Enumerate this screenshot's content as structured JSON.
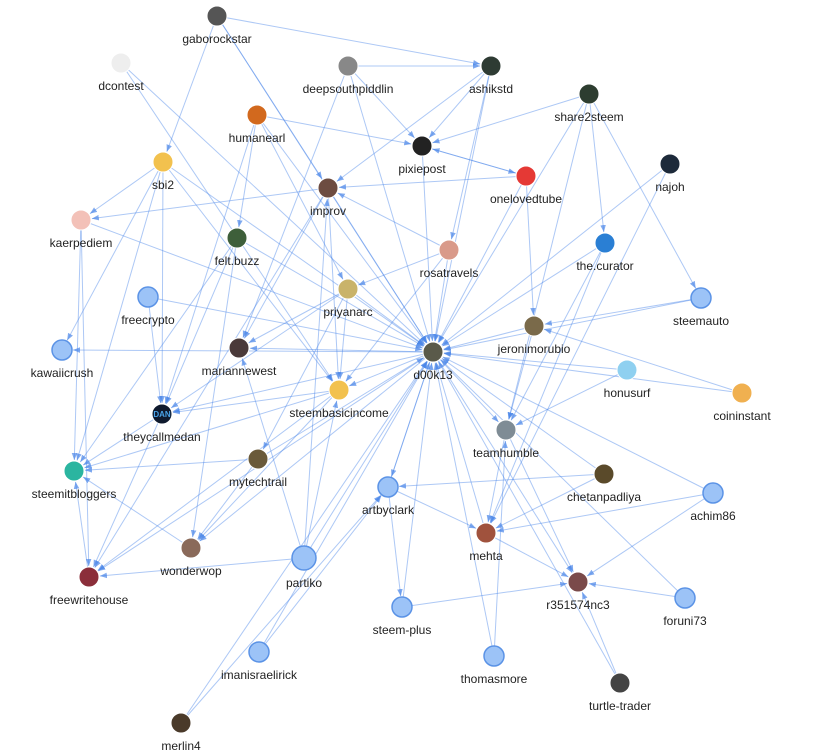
{
  "nodes": [
    {
      "id": "gaborockstar",
      "label": "gaborockstar",
      "kind": "avatar"
    },
    {
      "id": "dcontest",
      "label": "dcontest",
      "kind": "avatar"
    },
    {
      "id": "deepsouthpiddlin",
      "label": "deepsouthpiddlin",
      "kind": "avatar"
    },
    {
      "id": "ashikstd",
      "label": "ashikstd",
      "kind": "avatar"
    },
    {
      "id": "share2steem",
      "label": "share2steem",
      "kind": "avatar"
    },
    {
      "id": "humanearl",
      "label": "humanearl",
      "kind": "avatar"
    },
    {
      "id": "pixiepost",
      "label": "pixiepost",
      "kind": "avatar"
    },
    {
      "id": "najoh",
      "label": "najoh",
      "kind": "avatar"
    },
    {
      "id": "sbi2",
      "label": "sbi2",
      "kind": "avatar"
    },
    {
      "id": "onelovedtube",
      "label": "onelovedtube",
      "kind": "avatar"
    },
    {
      "id": "improv",
      "label": "improv",
      "kind": "avatar"
    },
    {
      "id": "kaerpediem",
      "label": "kaerpediem",
      "kind": "avatar"
    },
    {
      "id": "felt.buzz",
      "label": "felt.buzz",
      "kind": "avatar"
    },
    {
      "id": "rosatravels",
      "label": "rosatravels",
      "kind": "avatar"
    },
    {
      "id": "the.curator",
      "label": "the.curator",
      "kind": "avatar"
    },
    {
      "id": "freecrypto",
      "label": "freecrypto",
      "kind": "plain"
    },
    {
      "id": "priyanarc",
      "label": "priyanarc",
      "kind": "avatar"
    },
    {
      "id": "steemauto",
      "label": "steemauto",
      "kind": "plain"
    },
    {
      "id": "jeronimorubio",
      "label": "jeronimorubio",
      "kind": "avatar"
    },
    {
      "id": "kawaiicrush",
      "label": "kawaiicrush",
      "kind": "plain"
    },
    {
      "id": "mariannewest",
      "label": "mariannewest",
      "kind": "avatar"
    },
    {
      "id": "d00k13",
      "label": "d00k13",
      "kind": "avatar"
    },
    {
      "id": "honusurf",
      "label": "honusurf",
      "kind": "avatar"
    },
    {
      "id": "coininstant",
      "label": "coininstant",
      "kind": "avatar"
    },
    {
      "id": "steembasicincome",
      "label": "steembasicincome",
      "kind": "avatar"
    },
    {
      "id": "theycallmedan",
      "label": "theycallmedan",
      "kind": "avatar",
      "badge": "DAN"
    },
    {
      "id": "teamhumble",
      "label": "teamhumble",
      "kind": "avatar"
    },
    {
      "id": "steemitbloggers",
      "label": "steemitbloggers",
      "kind": "avatar"
    },
    {
      "id": "mytechtrail",
      "label": "mytechtrail",
      "kind": "avatar"
    },
    {
      "id": "chetanpadliya",
      "label": "chetanpadliya",
      "kind": "avatar"
    },
    {
      "id": "artbyclark",
      "label": "artbyclark",
      "kind": "plain"
    },
    {
      "id": "achim86",
      "label": "achim86",
      "kind": "plain"
    },
    {
      "id": "mehta",
      "label": "mehta",
      "kind": "avatar"
    },
    {
      "id": "wonderwop",
      "label": "wonderwop",
      "kind": "avatar"
    },
    {
      "id": "partiko",
      "label": "partiko",
      "kind": "plain"
    },
    {
      "id": "freewritehouse",
      "label": "freewritehouse",
      "kind": "avatar"
    },
    {
      "id": "r351574nc3",
      "label": "r351574nc3",
      "kind": "avatar"
    },
    {
      "id": "foruni73",
      "label": "foruni73",
      "kind": "plain"
    },
    {
      "id": "steem-plus",
      "label": "steem-plus",
      "kind": "plain"
    },
    {
      "id": "imanisraelirick",
      "label": "imanisraelirick",
      "kind": "plain"
    },
    {
      "id": "thomasmore",
      "label": "thomasmore",
      "kind": "plain"
    },
    {
      "id": "turtle-trader",
      "label": "turtle-trader",
      "kind": "avatar"
    },
    {
      "id": "merlin4",
      "label": "merlin4",
      "kind": "avatar"
    }
  ],
  "edges": [
    [
      "gaborockstar",
      "d00k13"
    ],
    [
      "gaborockstar",
      "ashikstd"
    ],
    [
      "gaborockstar",
      "improv"
    ],
    [
      "gaborockstar",
      "sbi2"
    ],
    [
      "dcontest",
      "steembasicincome"
    ],
    [
      "dcontest",
      "d00k13"
    ],
    [
      "deepsouthpiddlin",
      "d00k13"
    ],
    [
      "deepsouthpiddlin",
      "pixiepost"
    ],
    [
      "deepsouthpiddlin",
      "mariannewest"
    ],
    [
      "deepsouthpiddlin",
      "ashikstd"
    ],
    [
      "ashikstd",
      "d00k13"
    ],
    [
      "ashikstd",
      "rosatravels"
    ],
    [
      "ashikstd",
      "improv"
    ],
    [
      "ashikstd",
      "pixiepost"
    ],
    [
      "share2steem",
      "d00k13"
    ],
    [
      "share2steem",
      "pixiepost"
    ],
    [
      "share2steem",
      "the.curator"
    ],
    [
      "share2steem",
      "steemauto"
    ],
    [
      "share2steem",
      "teamhumble"
    ],
    [
      "humanearl",
      "d00k13"
    ],
    [
      "humanearl",
      "pixiepost"
    ],
    [
      "humanearl",
      "felt.buzz"
    ],
    [
      "humanearl",
      "priyanarc"
    ],
    [
      "humanearl",
      "theycallmedan"
    ],
    [
      "pixiepost",
      "d00k13"
    ],
    [
      "pixiepost",
      "onelovedtube"
    ],
    [
      "najoh",
      "d00k13"
    ],
    [
      "najoh",
      "mehta"
    ],
    [
      "sbi2",
      "d00k13"
    ],
    [
      "sbi2",
      "kaerpediem"
    ],
    [
      "sbi2",
      "steembasicincome"
    ],
    [
      "sbi2",
      "theycallmedan"
    ],
    [
      "sbi2",
      "steemitbloggers"
    ],
    [
      "sbi2",
      "kawaiicrush"
    ],
    [
      "onelovedtube",
      "d00k13"
    ],
    [
      "onelovedtube",
      "pixiepost"
    ],
    [
      "onelovedtube",
      "jeronimorubio"
    ],
    [
      "onelovedtube",
      "improv"
    ],
    [
      "improv",
      "d00k13"
    ],
    [
      "improv",
      "kaerpediem"
    ],
    [
      "improv",
      "mariannewest"
    ],
    [
      "improv",
      "steembasicincome"
    ],
    [
      "improv",
      "freewritehouse"
    ],
    [
      "kaerpediem",
      "d00k13"
    ],
    [
      "kaerpediem",
      "steemitbloggers"
    ],
    [
      "kaerpediem",
      "freewritehouse"
    ],
    [
      "felt.buzz",
      "d00k13"
    ],
    [
      "felt.buzz",
      "theycallmedan"
    ],
    [
      "felt.buzz",
      "steemitbloggers"
    ],
    [
      "felt.buzz",
      "wonderwop"
    ],
    [
      "rosatravels",
      "d00k13"
    ],
    [
      "rosatravels",
      "improv"
    ],
    [
      "rosatravels",
      "steembasicincome"
    ],
    [
      "rosatravels",
      "priyanarc"
    ],
    [
      "the.curator",
      "d00k13"
    ],
    [
      "the.curator",
      "teamhumble"
    ],
    [
      "the.curator",
      "mehta"
    ],
    [
      "freecrypto",
      "d00k13"
    ],
    [
      "freecrypto",
      "theycallmedan"
    ],
    [
      "priyanarc",
      "d00k13"
    ],
    [
      "priyanarc",
      "mariannewest"
    ],
    [
      "priyanarc",
      "steembasicincome"
    ],
    [
      "priyanarc",
      "theycallmedan"
    ],
    [
      "priyanarc",
      "mytechtrail"
    ],
    [
      "steemauto",
      "d00k13"
    ],
    [
      "steemauto",
      "jeronimorubio"
    ],
    [
      "jeronimorubio",
      "d00k13"
    ],
    [
      "jeronimorubio",
      "teamhumble"
    ],
    [
      "d00k13",
      "kawaiicrush"
    ],
    [
      "d00k13",
      "theycallmedan"
    ],
    [
      "d00k13",
      "steembasicincome"
    ],
    [
      "d00k13",
      "mariannewest"
    ],
    [
      "d00k13",
      "teamhumble"
    ],
    [
      "d00k13",
      "r351574nc3"
    ],
    [
      "d00k13",
      "wonderwop"
    ],
    [
      "d00k13",
      "freewritehouse"
    ],
    [
      "d00k13",
      "artbyclark"
    ],
    [
      "honusurf",
      "d00k13"
    ],
    [
      "honusurf",
      "teamhumble"
    ],
    [
      "coininstant",
      "d00k13"
    ],
    [
      "coininstant",
      "jeronimorubio"
    ],
    [
      "steembasicincome",
      "theycallmedan"
    ],
    [
      "steembasicincome",
      "steemitbloggers"
    ],
    [
      "steembasicincome",
      "wonderwop"
    ],
    [
      "steembasicincome",
      "freewritehouse"
    ],
    [
      "theycallmedan",
      "steemitbloggers"
    ],
    [
      "theycallmedan",
      "freewritehouse"
    ],
    [
      "teamhumble",
      "mehta"
    ],
    [
      "teamhumble",
      "r351574nc3"
    ],
    [
      "mytechtrail",
      "steemitbloggers"
    ],
    [
      "mytechtrail",
      "d00k13"
    ],
    [
      "mytechtrail",
      "wonderwop"
    ],
    [
      "chetanpadliya",
      "mehta"
    ],
    [
      "chetanpadliya",
      "artbyclark"
    ],
    [
      "chetanpadliya",
      "d00k13"
    ],
    [
      "artbyclark",
      "d00k13"
    ],
    [
      "artbyclark",
      "mehta"
    ],
    [
      "artbyclark",
      "steem-plus"
    ],
    [
      "achim86",
      "mehta"
    ],
    [
      "achim86",
      "r351574nc3"
    ],
    [
      "achim86",
      "d00k13"
    ],
    [
      "mehta",
      "d00k13"
    ],
    [
      "mehta",
      "r351574nc3"
    ],
    [
      "partiko",
      "d00k13"
    ],
    [
      "partiko",
      "mariannewest"
    ],
    [
      "partiko",
      "steembasicincome"
    ],
    [
      "partiko",
      "improv"
    ],
    [
      "partiko",
      "freewritehouse"
    ],
    [
      "wonderwop",
      "steemitbloggers"
    ],
    [
      "freewritehouse",
      "steemitbloggers"
    ],
    [
      "foruni73",
      "r351574nc3"
    ],
    [
      "foruni73",
      "d00k13"
    ],
    [
      "steem-plus",
      "d00k13"
    ],
    [
      "steem-plus",
      "r351574nc3"
    ],
    [
      "imanisraelirick",
      "d00k13"
    ],
    [
      "imanisraelirick",
      "artbyclark"
    ],
    [
      "thomasmore",
      "d00k13"
    ],
    [
      "thomasmore",
      "teamhumble"
    ],
    [
      "turtle-trader",
      "d00k13"
    ],
    [
      "turtle-trader",
      "r351574nc3"
    ],
    [
      "merlin4",
      "d00k13"
    ],
    [
      "merlin4",
      "artbyclark"
    ]
  ],
  "colors": {
    "edge": "#4a86e8",
    "plain_node": "#9cc3f7",
    "plain_stroke": "#5b93e6"
  }
}
